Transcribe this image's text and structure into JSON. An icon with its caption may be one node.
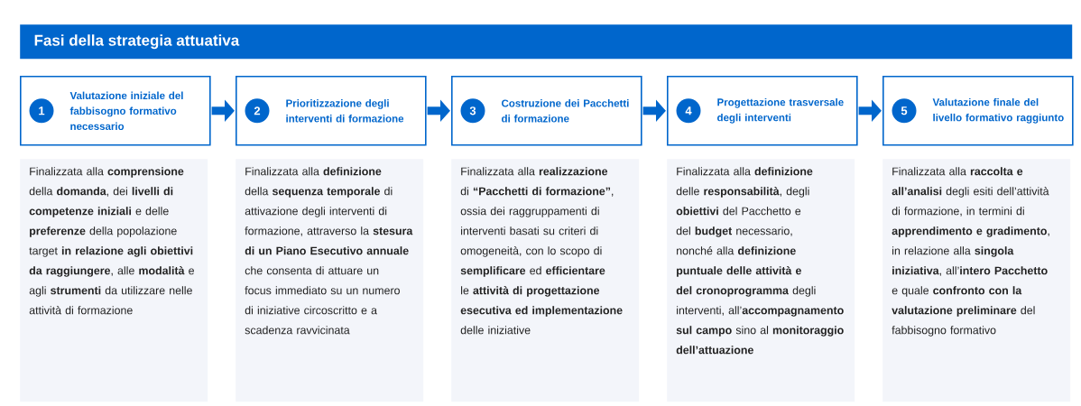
{
  "diagram": {
    "title": "Fasi della strategia attuativa",
    "nodes": [
      {
        "text": [
          "1",
          "Valutazione iniziale del fabbisogno formativo necessario"
        ]
      },
      {
        "text": [
          "2",
          "Prioritizzazione degli interventi di formazione"
        ]
      },
      {
        "text": [
          "3",
          "Costruzione dei Pacchetti di formazione"
        ]
      },
      {
        "text": [
          "4",
          "Progettazione trasversale degli interventi"
        ]
      },
      {
        "text": [
          "5",
          "Valutazione finale del livello formativo raggiunto"
        ]
      },
      {
        "text": [
          "Finalizzata alla **comprensione** della **domanda**, dei **livelli di competenze iniziali** e delle **preferenze** della popolazione target **in relazione agli obiettivi da raggiungere**, alle **modalità** e agli **strumenti** da utilizzare nelle attività di formazione"
        ]
      },
      {
        "text": [
          "Finalizzata alla **definizione** della **sequenza temporale** di attivazione degli interventi di formazione, attraverso la **stesura di un Piano Esecutivo annuale** che consenta di attuare un focus immediato su un numero di iniziative circoscritto e a scadenza ravvicinata"
        ]
      },
      {
        "text": [
          "Finalizzata alla **realizzazione** di **“Pacchetti di formazione”**, ossia dei raggruppamenti di interventi basati su criteri di omogeneità, con lo scopo di **semplificare** ed **efficientare** le **attività di progettazione esecutiva ed implementazione** delle iniziative"
        ]
      },
      {
        "text": [
          "Finalizzata alla **definizione** delle **responsabilità**, degli **obiettivi** del Pacchetto e del **budget** necessario, nonché alla **definizione puntuale delle attività e del cronoprogramma** degli interventi, all’**accompagnamento sul campo** sino al **monitoraggio dell’attuazione**"
        ]
      },
      {
        "text": [
          "Finalizzata alla **raccolta e all’analisi** degli esiti dell’attività di formazione, in termini di **apprendimento e gradimento**, in relazione alla **singola iniziativa**, all’**intero Pacchetto** e quale **confronto con la valutazione preliminare** del fabbisogno formativo"
        ]
      }
    ],
    "edges": [
      {
        "from": 0,
        "to": 1,
        "arrow": "to"
      },
      {
        "from": 1,
        "to": 2,
        "arrow": "to"
      },
      {
        "from": 2,
        "to": 3,
        "arrow": "to"
      },
      {
        "from": 3,
        "to": 4,
        "arrow": "to"
      }
    ]
  }
}
